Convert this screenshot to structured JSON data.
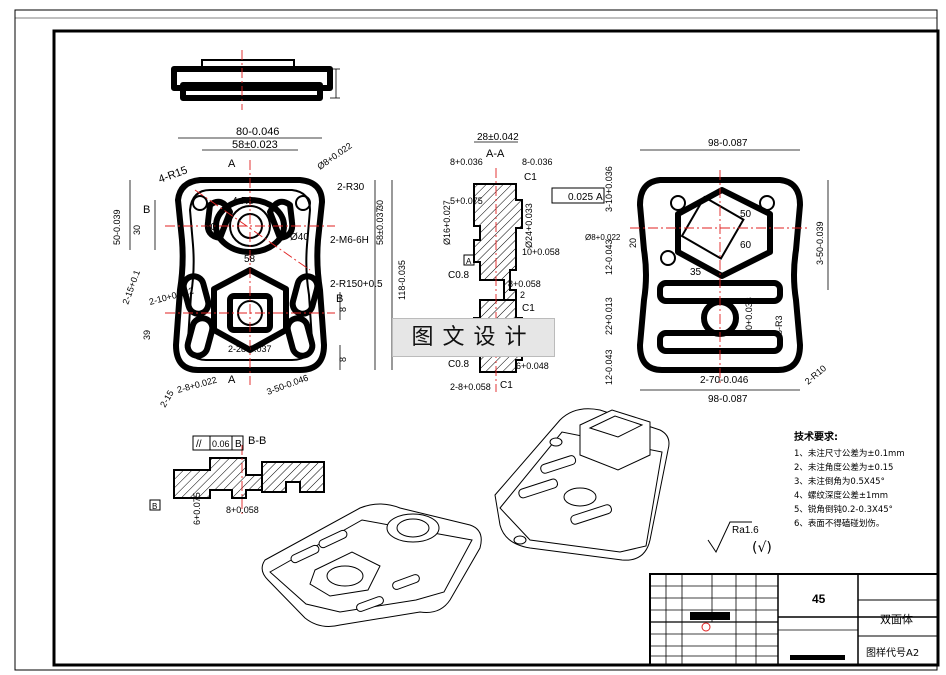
{
  "drawing": {
    "section_aa_label": "A-A",
    "section_bb_label": "B-B",
    "section_mark_a": "A",
    "section_mark_b": "B",
    "front_view": {
      "dims": [
        "80-0.046",
        "58±0.023",
        "4-R15",
        "4-R8",
        "2-R30",
        "Ø8+0.022",
        "60",
        "Ø40",
        "2-M6-6H",
        "2-R150+0.5",
        "58±0.037",
        "118-0.035",
        "30",
        "30",
        "50-0.039",
        "58",
        "2-15+0.1",
        "2-10+0.022",
        "39",
        "2-28-0.037",
        "2-8+0.022",
        "2-15",
        "3-50-0.046",
        "8",
        "8"
      ]
    },
    "section_aa": {
      "dims": [
        "28±0.042",
        "8+0.036",
        "8-0.036",
        "5+0.075",
        "C1",
        "0.025",
        "A",
        "Ø16+0.027",
        "Ø24+0.033",
        "10+0.058",
        "C0.8",
        "8+0.058",
        "2",
        "C1",
        "C0.8",
        "6+0.048",
        "2-8+0.058",
        "C1",
        "A"
      ]
    },
    "right_view": {
      "dims": [
        "98-0.087",
        "3-10+0.036",
        "50",
        "60",
        "3-50-0.039",
        "Ø8+0.022",
        "20",
        "12-0.043",
        "35",
        "22+0.013",
        "30+0.033",
        "8-R3",
        "12-0.043",
        "2-70-0.046",
        "98-0.087",
        "2-R10"
      ]
    },
    "section_bb": {
      "tolerance_symbol": "//",
      "tolerance_value": "0.06",
      "datum": "B",
      "dims": [
        "6+0.075",
        "8+0.058"
      ]
    },
    "roughness": {
      "value": "Ra1.6",
      "note": "(√)"
    },
    "tech_requirements": {
      "title": "技术要求:",
      "items": [
        "1、未注尺寸公差为±0.1mm",
        "2、未注角度公差为±0.15",
        "3、未注倒角为0.5X45°",
        "4、螺纹深度公差±1mm",
        "5、锐角倒钝0.2-0.3X45°",
        "6、表面不得磕碰划伤。"
      ]
    },
    "title_block": {
      "material": "45",
      "part_name": "双面体",
      "drawing_code": "图样代号A2"
    },
    "watermark": "图文设计"
  }
}
